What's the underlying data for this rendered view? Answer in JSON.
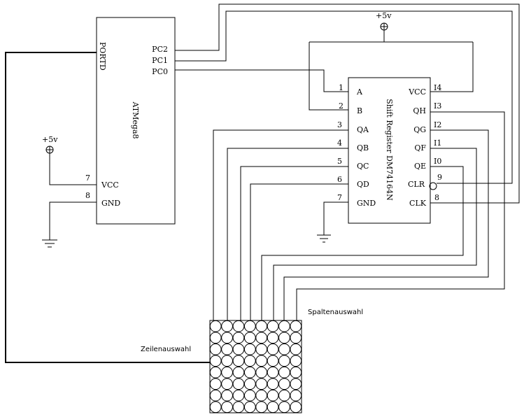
{
  "atmega": {
    "name": "ATMega8",
    "port_label": "PORTD",
    "pins_right": [
      "PC2",
      "PC1",
      "PC0"
    ],
    "vcc_label": "VCC",
    "gnd_label": "GND",
    "vcc_pin": "7",
    "gnd_pin": "8"
  },
  "shift_register": {
    "name": "Shift Register DM74164N",
    "left_pins": [
      {
        "num": "1",
        "label": "A"
      },
      {
        "num": "2",
        "label": "B"
      },
      {
        "num": "3",
        "label": "QA"
      },
      {
        "num": "4",
        "label": "QB"
      },
      {
        "num": "5",
        "label": "QC"
      },
      {
        "num": "6",
        "label": "QD"
      },
      {
        "num": "7",
        "label": "GND"
      }
    ],
    "right_pins": [
      {
        "num": "I4",
        "label": "VCC"
      },
      {
        "num": "I3",
        "label": "QH"
      },
      {
        "num": "I2",
        "label": "QG"
      },
      {
        "num": "I1",
        "label": "QF"
      },
      {
        "num": "I0",
        "label": "QE"
      },
      {
        "num": "9",
        "label": "CLR"
      },
      {
        "num": "8",
        "label": "CLK"
      }
    ]
  },
  "power": {
    "plus5v_left": "+5v",
    "plus5v_top": "+5v"
  },
  "matrix": {
    "rows": 8,
    "cols": 8,
    "row_label": "Zeilenauswahl",
    "col_label": "Spaltenauswahl"
  }
}
